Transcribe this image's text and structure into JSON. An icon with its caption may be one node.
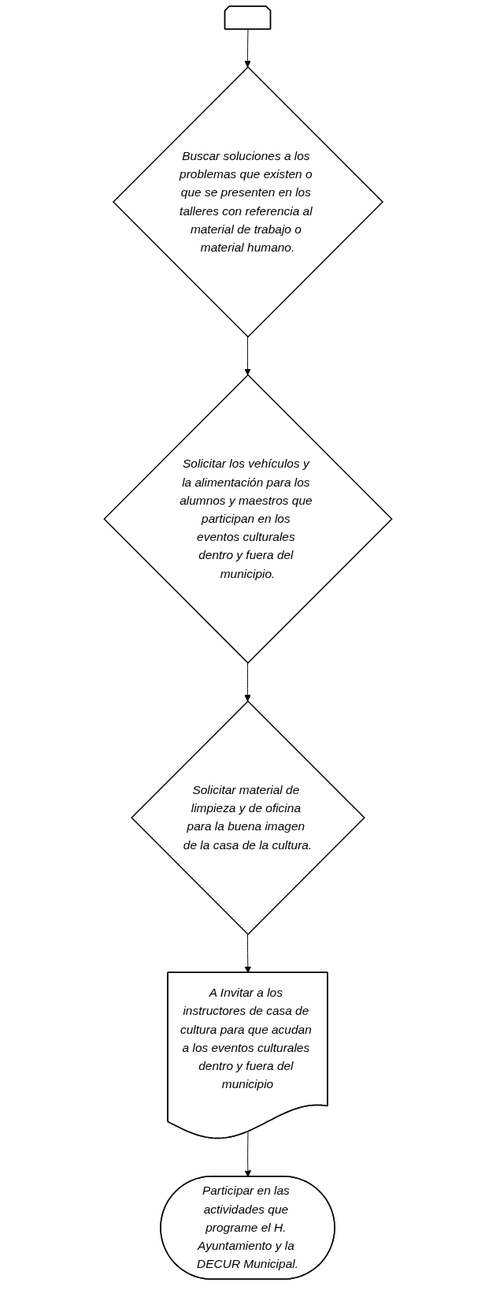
{
  "diagram": {
    "nodes": [
      {
        "text": [],
        "shape": "pentagon"
      },
      {
        "text": [
          "Buscar soluciones a los problemas que existen o que se presenten en los talleres con referencia al material de trabajo o material humano."
        ]
      },
      {
        "text": [
          "Solicitar los vehículos y la alimentación para los alumnos y maestros que participan en los eventos culturales dentro y fuera del municipio."
        ]
      },
      {
        "text": [
          "Solicitar material de limpieza y de oficina para la buena imagen de la casa de la cultura."
        ]
      },
      {
        "text": [
          "A Invitar a los instructores de casa de cultura para que acudan a los eventos culturales dentro y fuera del municipio"
        ]
      },
      {
        "text": [
          "Participar en las actividades que programe el H. Ayuntamiento y la DECUR Municipal."
        ]
      }
    ],
    "edges": [
      {
        "from": 0,
        "to": 1,
        "arrow": "to"
      },
      {
        "from": 1,
        "to": 2,
        "arrow": "to"
      },
      {
        "from": 2,
        "to": 3,
        "arrow": "to"
      },
      {
        "from": 3,
        "to": 4,
        "arrow": "to"
      },
      {
        "from": 4,
        "to": 5,
        "arrow": "to"
      }
    ]
  }
}
